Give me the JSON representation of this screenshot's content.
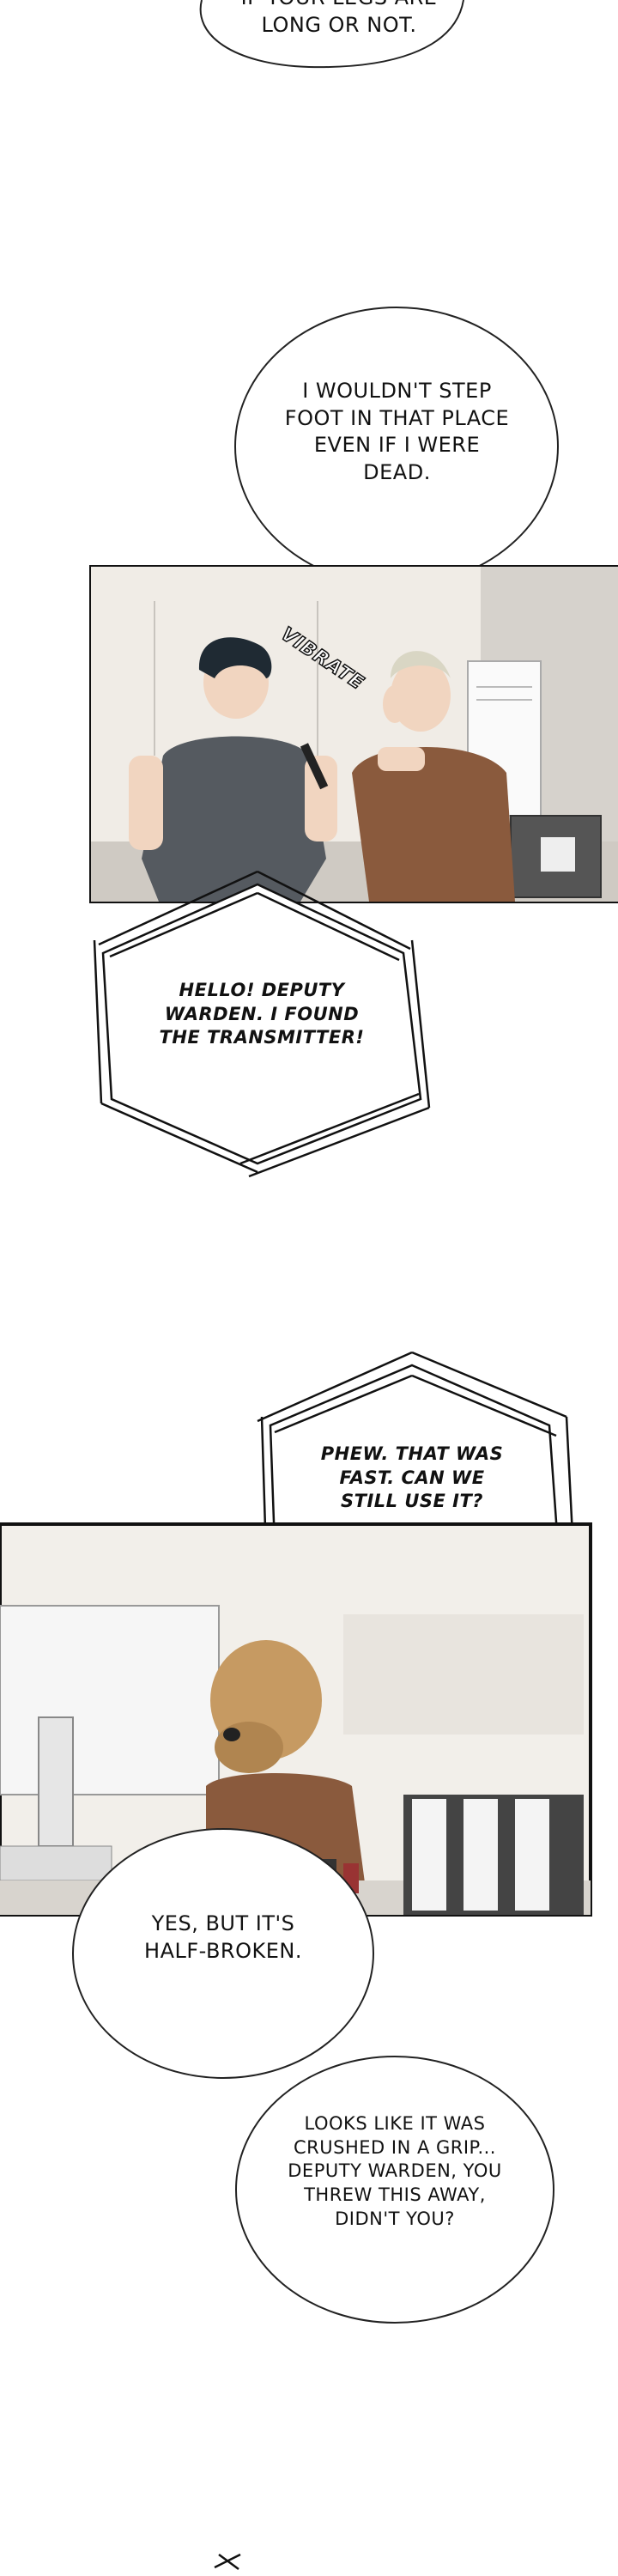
{
  "bubbles": {
    "b1": "IF YOUR LEGS ARE LONG OR NOT.",
    "b2": "I WOULDN'T STEP FOOT IN THAT PLACE EVEN IF I WERE DEAD.",
    "b3": "HELLO! DEPUTY WARDEN. I FOUND THE TRANSMITTER!",
    "b4": "PHEW. THAT WAS FAST. CAN WE STILL USE IT?",
    "b5": "YES, BUT IT'S HALF-BROKEN.",
    "b6": "LOOKS LIKE IT WAS CRUSHED IN A GRIP... DEPUTY WARDEN, YOU THREW THIS AWAY, DIDN'T YOU?"
  },
  "sfx": {
    "vibrate": "VIBRATE"
  }
}
